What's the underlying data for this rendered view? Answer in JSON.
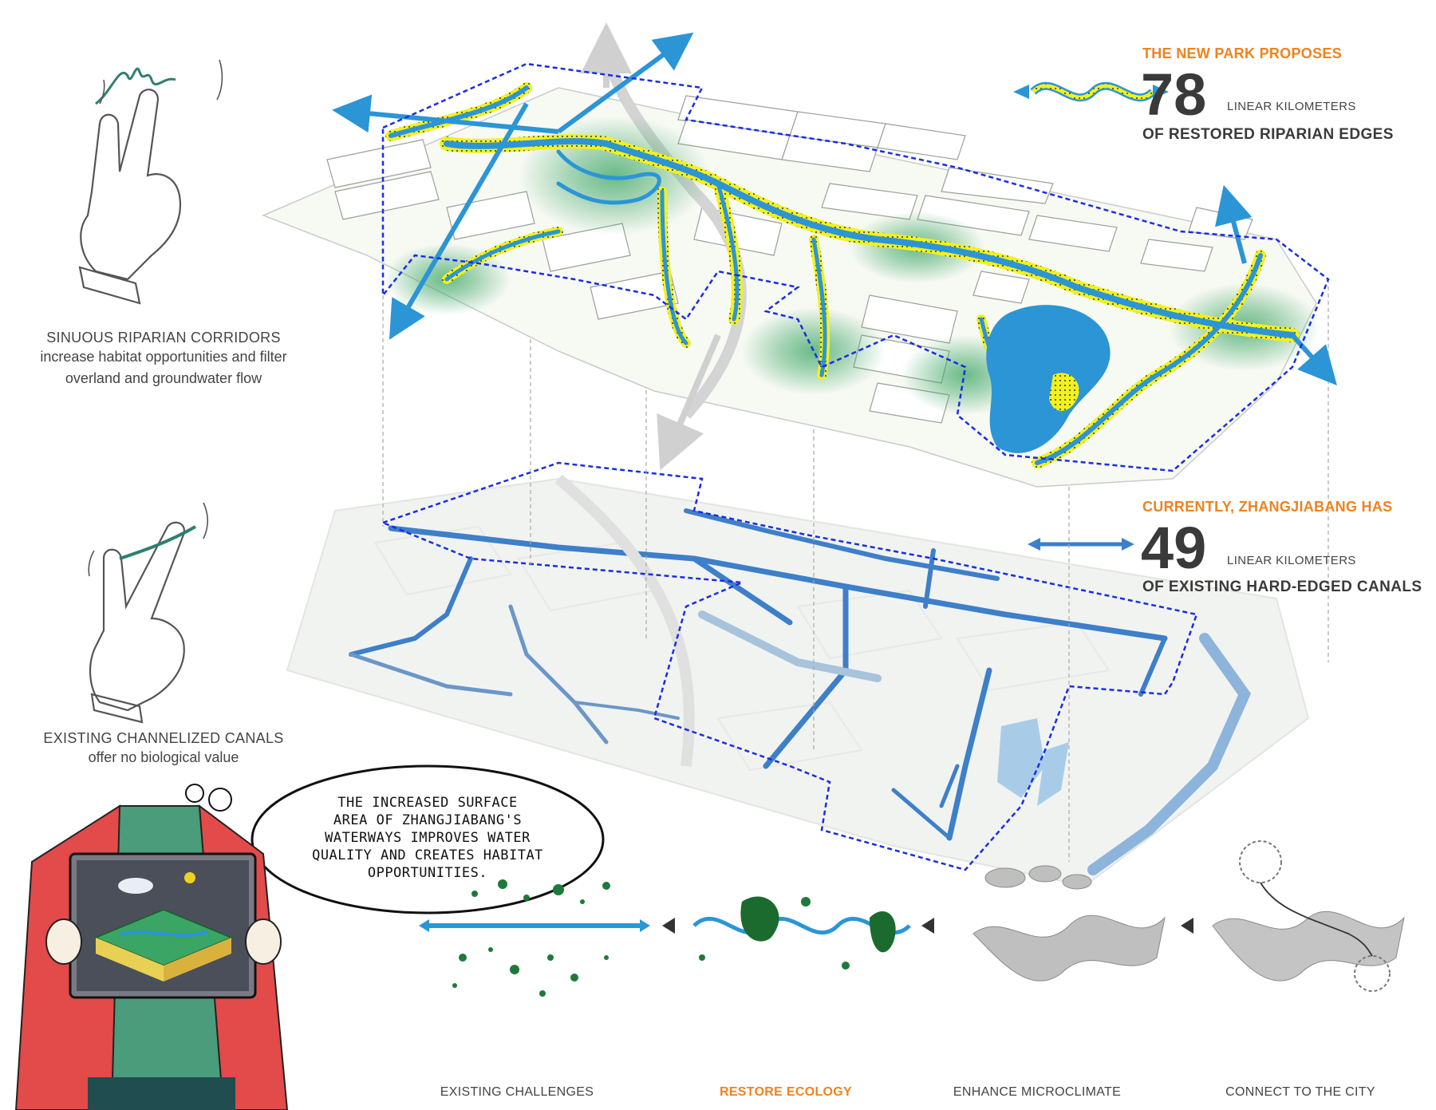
{
  "colors": {
    "water_blue": "#2b95d6",
    "canal_blue": "#3d7fc9",
    "dash_blue": "#1a2ee0",
    "riparian_yellow": "#f2f020",
    "habitat_green": "#3aa564",
    "orange": "#f0821e",
    "dark_text": "#3a3a3a"
  },
  "stat_new": {
    "kicker": "THE NEW PARK PROPOSES",
    "number": "78",
    "unit": "LINEAR KILOMETERS",
    "caption": "OF RESTORED RIPARIAN EDGES"
  },
  "stat_current": {
    "kicker": "CURRENTLY, ZHANGJIABANG HAS",
    "number": "49",
    "unit": "LINEAR KILOMETERS",
    "caption": "OF EXISTING HARD-EDGED CANALS"
  },
  "hand_top": {
    "title": "SINUOUS RIPARIAN CORRIDORS",
    "desc_line1": "increase habitat opportunities and filter",
    "desc_line2": "overland and groundwater flow"
  },
  "hand_bottom": {
    "title": "EXISTING CHANNELIZED CANALS",
    "desc": "offer no biological value"
  },
  "bubble": {
    "line1": "THE INCREASED SURFACE",
    "line2": "AREA OF ZHANGJIABANG'S",
    "line3": "WATERWAYS IMPROVES WATER",
    "line4": "QUALITY AND CREATES HABITAT",
    "line5": "OPPORTUNITIES."
  },
  "steps": [
    {
      "label": "EXISTING CHALLENGES"
    },
    {
      "label": "RESTORE ECOLOGY"
    },
    {
      "label": "ENHANCE MICROCLIMATE"
    },
    {
      "label": "CONNECT TO THE CITY"
    }
  ],
  "icons": [
    "hand-gesture-icon",
    "arrow-right-icon",
    "double-arrow-icon",
    "meander-icon"
  ]
}
